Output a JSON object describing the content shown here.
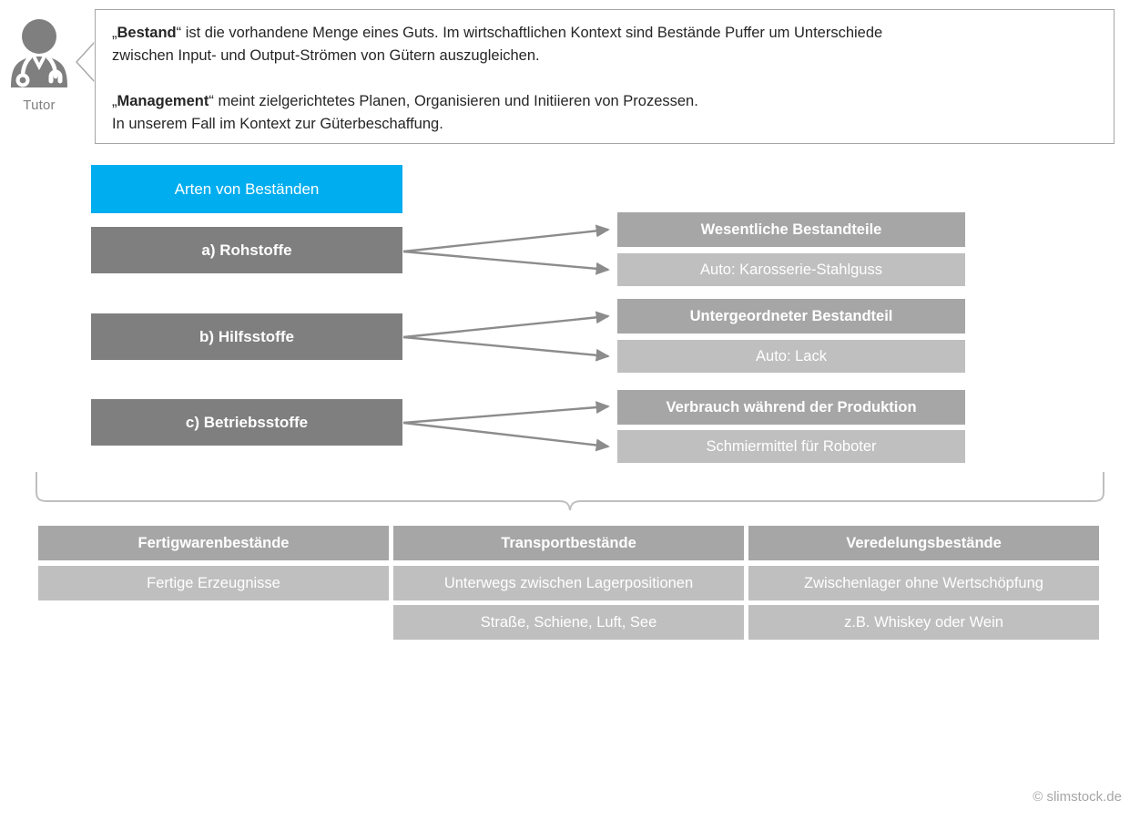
{
  "tutor": {
    "label": "Tutor",
    "icon": "doctor-avatar-icon"
  },
  "bubble": {
    "paragraph1_quote_open": "„",
    "paragraph1_bold": "Bestand",
    "paragraph1_rest": "“ ist die vorhandene Menge eines Guts. Im wirtschaftlichen Kontext sind Bestände Puffer um Unterschiede",
    "paragraph1_line2": "zwischen Input- und Output-Strömen von Gütern auszugleichen.",
    "paragraph2_quote_open": "„",
    "paragraph2_bold": "Management",
    "paragraph2_rest": "“ meint zielgerichtetes Planen, Organisieren und Initiieren von Prozessen.",
    "paragraph2_line2": "In unserem Fall im Kontext zur Güterbeschaffung."
  },
  "header": {
    "title": "Arten von Bestände n",
    "title_text": "Arten von Beständen",
    "color": "#00ADEF"
  },
  "categories": [
    {
      "label": "a) Rohstoffe",
      "heading": "Wesentliche Bestandteile",
      "example": "Auto: Karosserie-Stahlguss"
    },
    {
      "label": "b) Hilfsstoffe",
      "heading": "Untergeordneter Bestandteil",
      "example": "Auto: Lack"
    },
    {
      "label": "c) Betriebsstoffe",
      "heading": "Verbrauch während der Produktion",
      "example": "Schmiermittel für Roboter"
    }
  ],
  "bottom_columns": [
    {
      "heading": "Fertigwarenbestände",
      "items": [
        "Fertige Erzeugnisse"
      ]
    },
    {
      "heading": "Transportbestände",
      "items": [
        "Unterwegs zwischen Lagerpositionen",
        "Straße, Schiene, Luft, See"
      ]
    },
    {
      "heading": "Veredelungsbestände",
      "items": [
        "Zwischenlager ohne Wertschöpfung",
        "z.B. Whiskey oder Wein"
      ]
    }
  ],
  "footer": {
    "copyright": "© slimstock.de"
  },
  "colors": {
    "accent_blue": "#00ADEF",
    "dark_gray": "#7f7f7f",
    "mid_gray": "#a6a6a6",
    "light_gray": "#bfbfbf",
    "text_dark": "#262626"
  }
}
